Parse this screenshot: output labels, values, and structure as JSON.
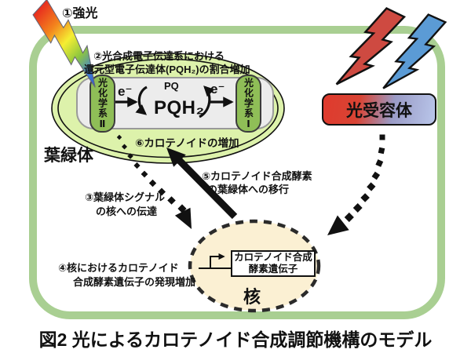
{
  "figure": {
    "caption": "図2 光によるカロテノイド合成調節機構のモデル"
  },
  "cell": {
    "step1_label": "①強光",
    "chloroplast": {
      "label": "葉緑体",
      "step2_line1": "②光合成電子伝達系における",
      "step2_line2": "還元型電子伝達体(PQH₂)の割合増加",
      "step6_label": "⑥カロテノイドの増加",
      "photosystem2_label": "光化学系Ⅱ",
      "photosystem1_label": "光化学系Ⅰ",
      "electron_left": "e⁻",
      "electron_right": "e⁻",
      "pq_label": "PQ",
      "pqh2_label": "PQH₂"
    },
    "photoreceptor": {
      "label": "光受容体"
    },
    "nucleus": {
      "label": "核",
      "gene_box_line1": "カロテノイド合成",
      "gene_box_line2": "酵素遺伝子"
    },
    "step3_line1": "③葉緑体シグナル",
    "step3_line2": "の核への伝達",
    "step4_line1": "④核におけるカロテノイド",
    "step4_line2": "合成酵素遺伝子の発現増加",
    "step5_line1": "⑤カロテノイド合成酵素",
    "step5_line2": "の葉緑体への移行"
  },
  "colors": {
    "cell_border": "#a9cf92",
    "chloroplast_fill": "#ddf2ab",
    "thylakoid_fill": "#ececec",
    "photosystem_fill": "#8fbe57",
    "nucleus_fill": "#fbf0d3",
    "photoreceptor_gradient_left": "#df3a2d",
    "photoreceptor_gradient_right": "#b9c6ea",
    "rainbow_bolt": [
      "#e82c1e",
      "#f3851d",
      "#f5ee33",
      "#8fc73e",
      "#2f55c8"
    ],
    "red_bolt": "#ce4a41",
    "blue_bolt": "#5b9bd5",
    "arrow_color": "#111111"
  }
}
